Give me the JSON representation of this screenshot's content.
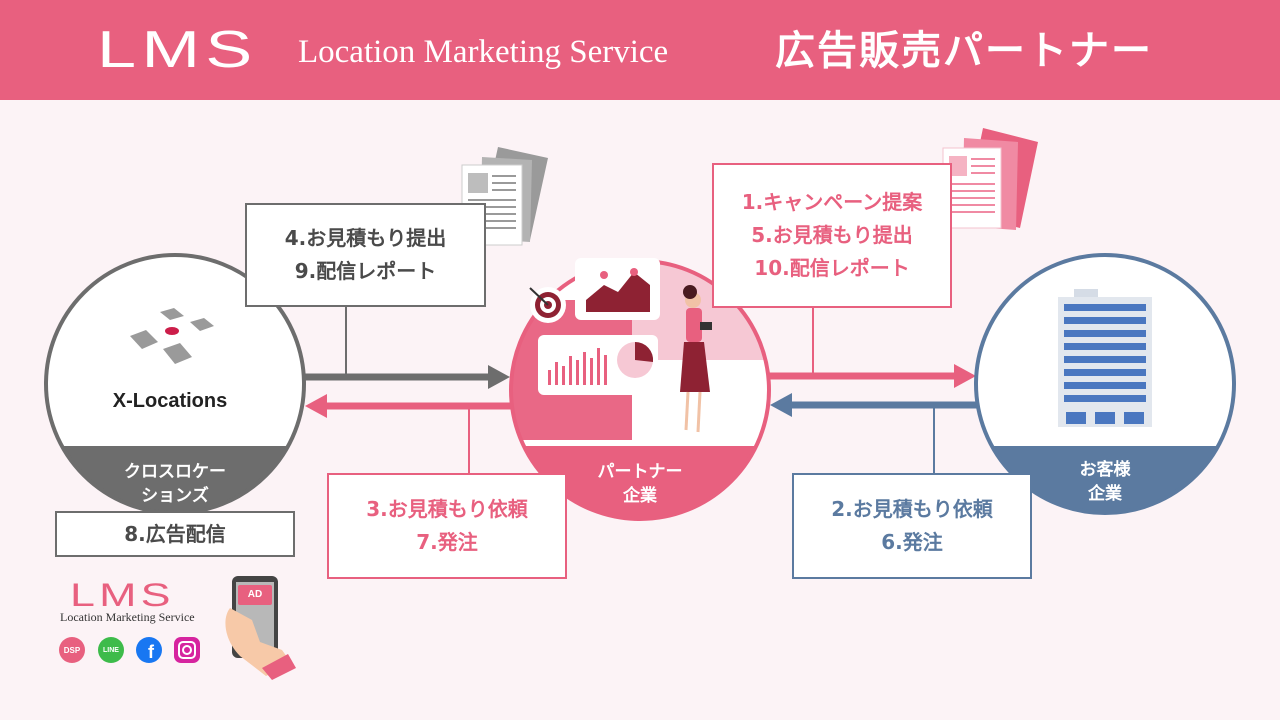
{
  "header": {
    "logo": "LMS",
    "subtitle": "Location Marketing Service",
    "title": "広告販売パートナー"
  },
  "nodes": {
    "xlocations": {
      "name": "X-Locations",
      "label_line1": "クロスロケー",
      "label_line2": "ションズ"
    },
    "partner": {
      "label_line1": "パートナー",
      "label_line2": "企業"
    },
    "customer": {
      "label_line1": "お客様",
      "label_line2": "企業"
    }
  },
  "boxes": {
    "top_left": {
      "line1": "4.お見積もり提出",
      "line2": "9.配信レポート"
    },
    "top_right": {
      "line1": "1.キャンペーン提案",
      "line2": "5.お見積もり提出",
      "line3": "10.配信レポート"
    },
    "bottom_middle": {
      "line1": "3.お見積もり依頼",
      "line2": "7.発注"
    },
    "bottom_right": {
      "line1": "2.お見積もり依頼",
      "line2": "6.発注"
    },
    "delivery": {
      "label": "8.広告配信"
    }
  },
  "footer": {
    "logo": "LMS",
    "logo_sub": "Location Marketing Service",
    "sns": {
      "dsp": "DSP",
      "line": "LINE"
    },
    "phone_ad": "AD"
  },
  "colors": {
    "pink": "#e8607f",
    "gray": "#6d6d6d",
    "blue": "#5b7aa0",
    "background": "#fcf3f6"
  }
}
